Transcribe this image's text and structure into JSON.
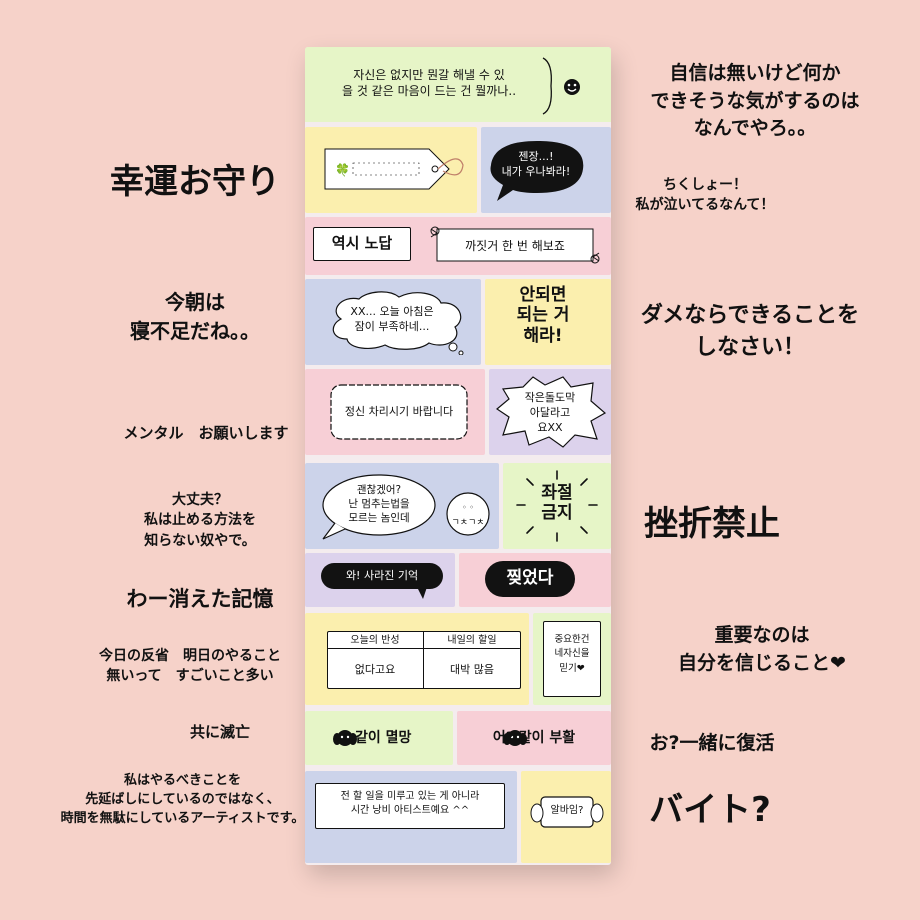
{
  "colors": {
    "background": "#f6d2c9",
    "green": "#e6f5c7",
    "yellow": "#fbefae",
    "blue": "#ccd3ea",
    "pink": "#f7cfd6",
    "lavender": "#dcd2ec"
  },
  "captions": {
    "top_right": "自信は無いけど何か\nできそうな気がするのは\nなんでやろ。。",
    "lucky_charm": "幸運お守り",
    "chikusho": "ちくしょー！\n私が泣いてるなんて！",
    "sleep": "今朝は\n寝不足だね。。",
    "dame": "ダメならできることを\nしなさい！",
    "mental": "メンタル　お願いします",
    "daijoubu": "大丈夫？\n私は止める方法を\n知らない奴やで。",
    "zasetsu": "挫折禁止",
    "memory": "わー消えた記憶",
    "hansei": "今日の反省　明日のやること\n無いって　すごいこと多い",
    "important": "重要なのは\n自分を信じること❤",
    "tomoni": "共に滅亡",
    "fukkatsu": "お?一緒に復活",
    "artist": "私はやるべきことを\n先延ばしにしているのではなく、\n時間を無駄にしているアーティストです。",
    "baito": "バイト?"
  },
  "stickers": {
    "s1": "자신은 없지만 뭔갈 해낼 수 있\n을 것 같은 마음이 드는 건 뭘까나..",
    "s3": "젠장...!\n내가 우나봐라!",
    "s4": "역시 노답",
    "s5": "까짓거 한 번 해보죠",
    "s6": "XX... 오늘 아침은\n잠이 부족하네...",
    "s7": "안되면\n되는 거\n해라!",
    "s8": "정신 차리시기 바랍니다",
    "s9": "작은돌도막\n아달라고\n요XX",
    "s10": "괜찮겠어?\n난 멈추는법을\n모르는 놈인데",
    "s11_face": "◦ ◦",
    "s11_text": "ㄱㅊㄱㅊ",
    "s12": "좌절\n금지",
    "s13": "와! 사라진 기억",
    "s14": "찢었다",
    "table_h1": "오늘의 반성",
    "table_h2": "내일의 할일",
    "table_c1": "없다고요",
    "table_c2": "대박 많음",
    "s16": "중요한건\n네자신을\n믿기❤",
    "s17": "같이 멸망",
    "s18": "어? 같이 부활",
    "s19": "전 할 일을 미루고 있는 게 아니라\n시간 낭비 아티스트예요 ^^",
    "s20": "알바임?"
  }
}
